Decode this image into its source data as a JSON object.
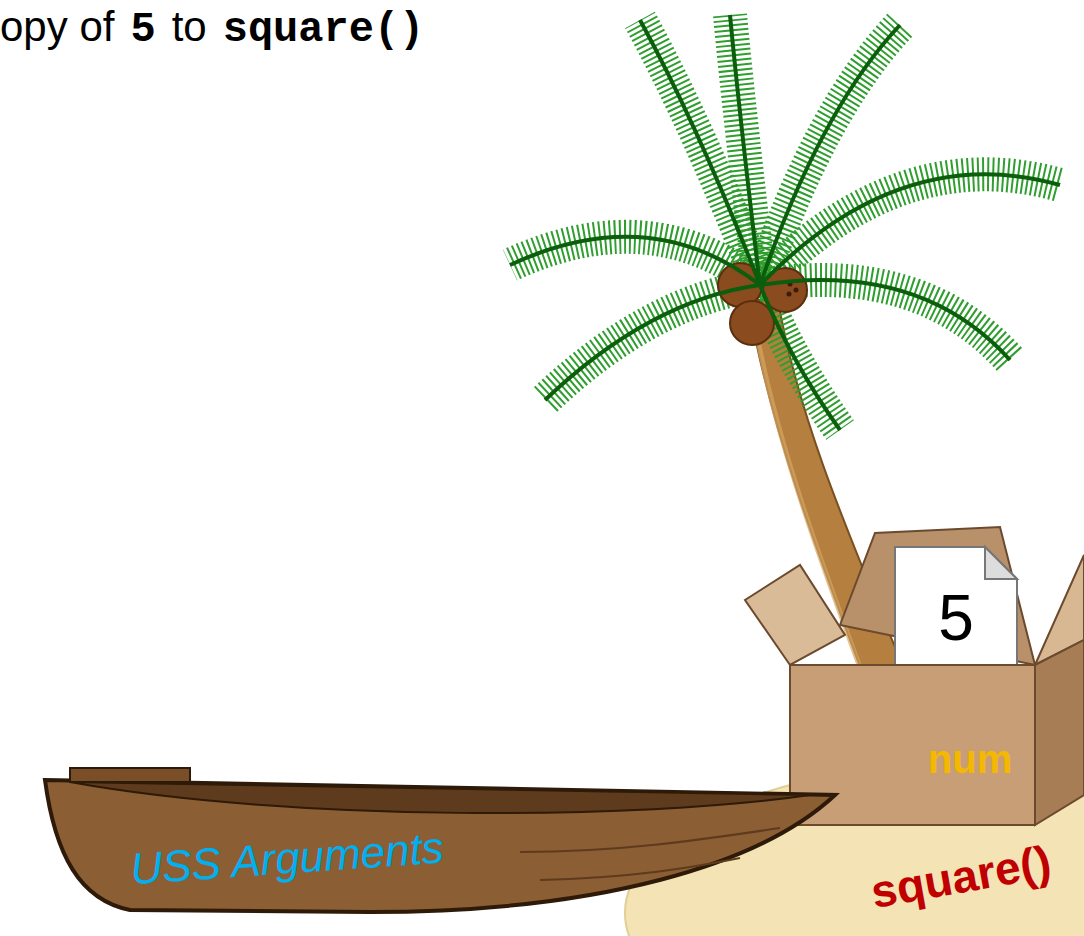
{
  "diagram": {
    "nodes": [
      {
        "text": [
          "square()"
        ]
      },
      {
        "text": [
          "5",
          "num"
        ]
      },
      {
        "text": [
          "USS Arguments"
        ]
      }
    ],
    "labels": [
      "opy of",
      "5",
      "to",
      "square()"
    ]
  }
}
